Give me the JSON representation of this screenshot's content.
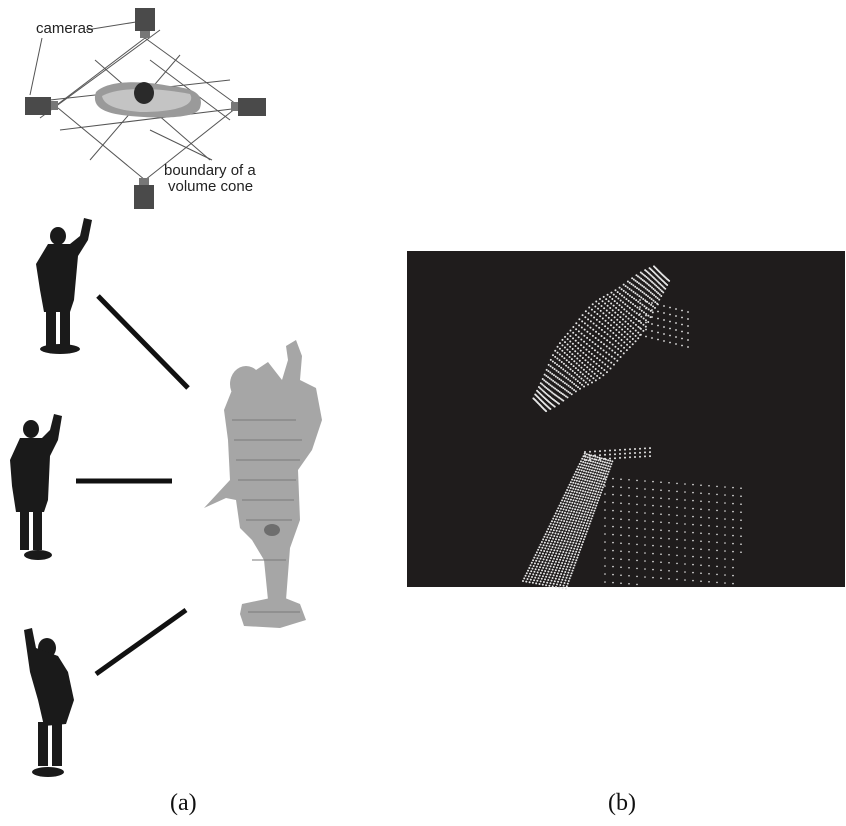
{
  "diagram": {
    "labels": {
      "cameras": "cameras",
      "boundary_line1": "boundary of a",
      "boundary_line2": "volume cone"
    },
    "captions": {
      "a": "(a)",
      "b": "(b)"
    },
    "colors": {
      "silhouette": "#1a1a1a",
      "camera": "#4a4a4a",
      "voxel_model": "#a6a6a6",
      "point_cloud_bg": "#1f1c1c",
      "point_cloud_points": "#e6e6e6"
    }
  }
}
